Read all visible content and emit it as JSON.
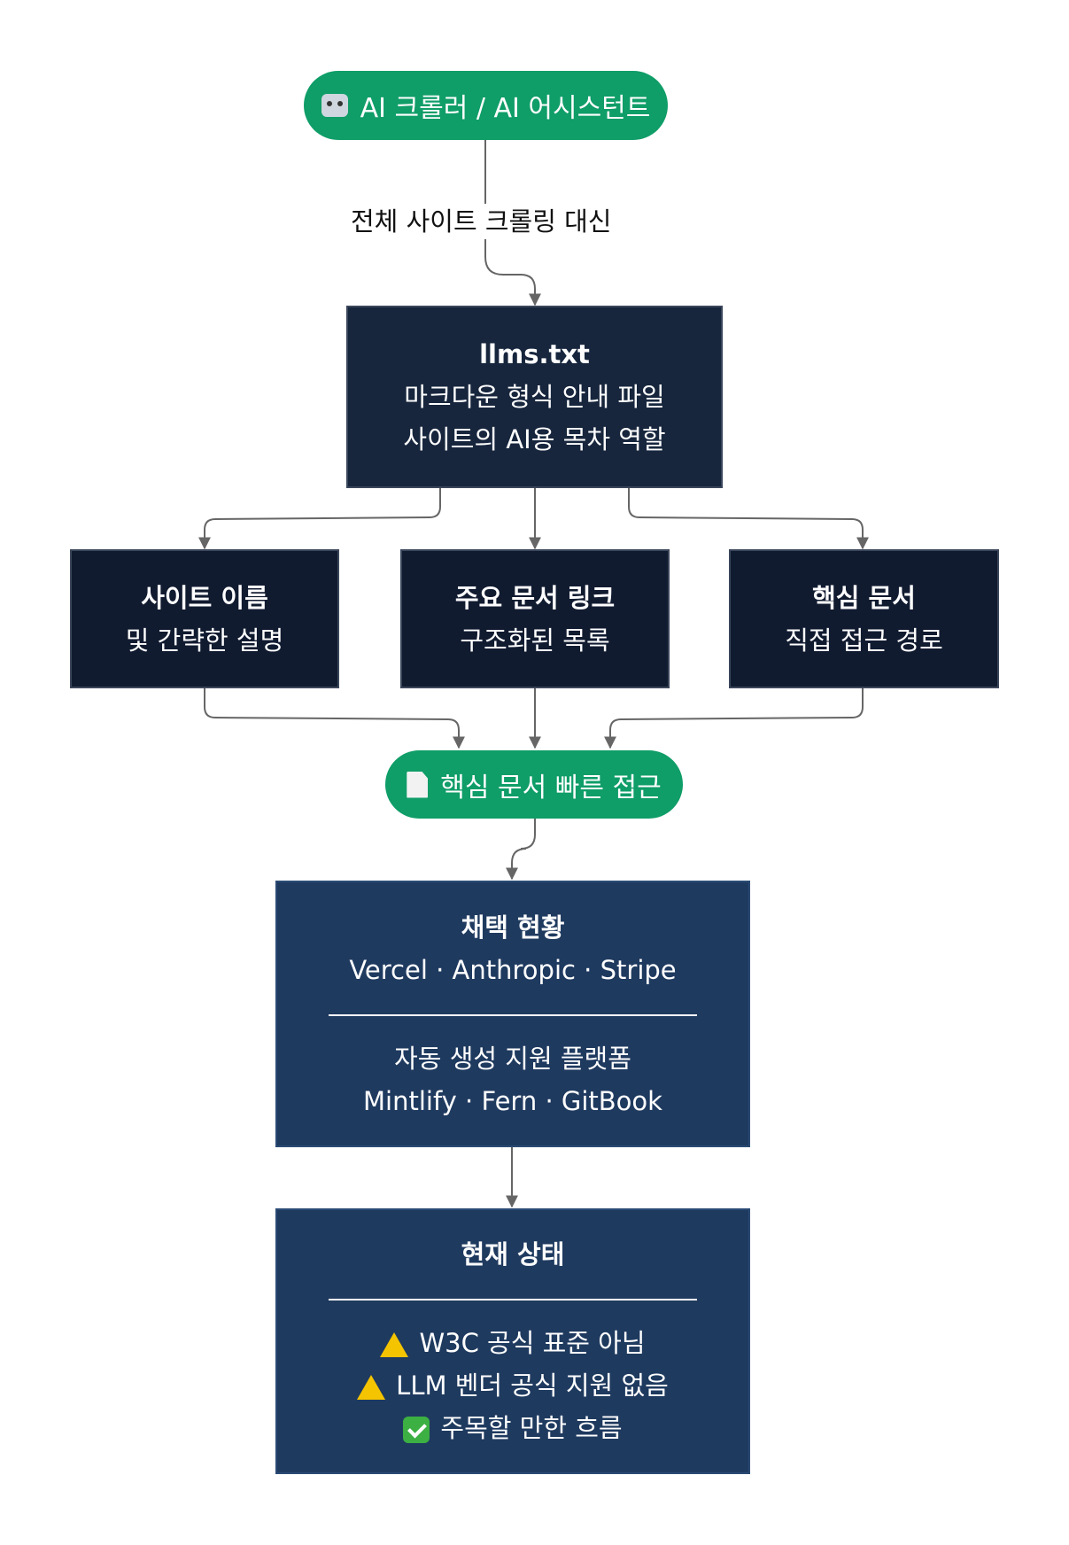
{
  "nodes": {
    "crawler": {
      "icon": "robot-icon",
      "label": "AI 크롤러 / AI 어시스턴트"
    },
    "edge_label": "전체 사이트 크롤링 대신",
    "llms": {
      "title": "llms.txt",
      "line1": "마크다운 형식 안내 파일",
      "line2": "사이트의 AI용 목차 역할"
    },
    "site_name": {
      "title": "사이트 이름",
      "sub": "및 간략한 설명"
    },
    "main_links": {
      "title": "주요 문서 링크",
      "sub": "구조화된 목록"
    },
    "core_docs": {
      "title": "핵심 문서",
      "sub": "직접 접근 경로"
    },
    "quick_access": {
      "icon": "document-icon",
      "label": "핵심 문서 빠른 접근"
    },
    "adoption": {
      "title": "채택 현황",
      "line1": "Vercel · Anthropic · Stripe",
      "line2": "자동 생성 지원 플랫폼",
      "line3": "Mintlify · Fern · GitBook"
    },
    "status": {
      "title": "현재 상태",
      "item1": "W3C 공식 표준 아님",
      "item2": "LLM 벤더 공식 지원 없음",
      "item3": "주목할 만한 흐름"
    }
  },
  "colors": {
    "pill": "#0f9d68",
    "dark": "#17263d",
    "darker": "#111b30",
    "blue": "#1f3a5f",
    "arrow": "#666666"
  }
}
